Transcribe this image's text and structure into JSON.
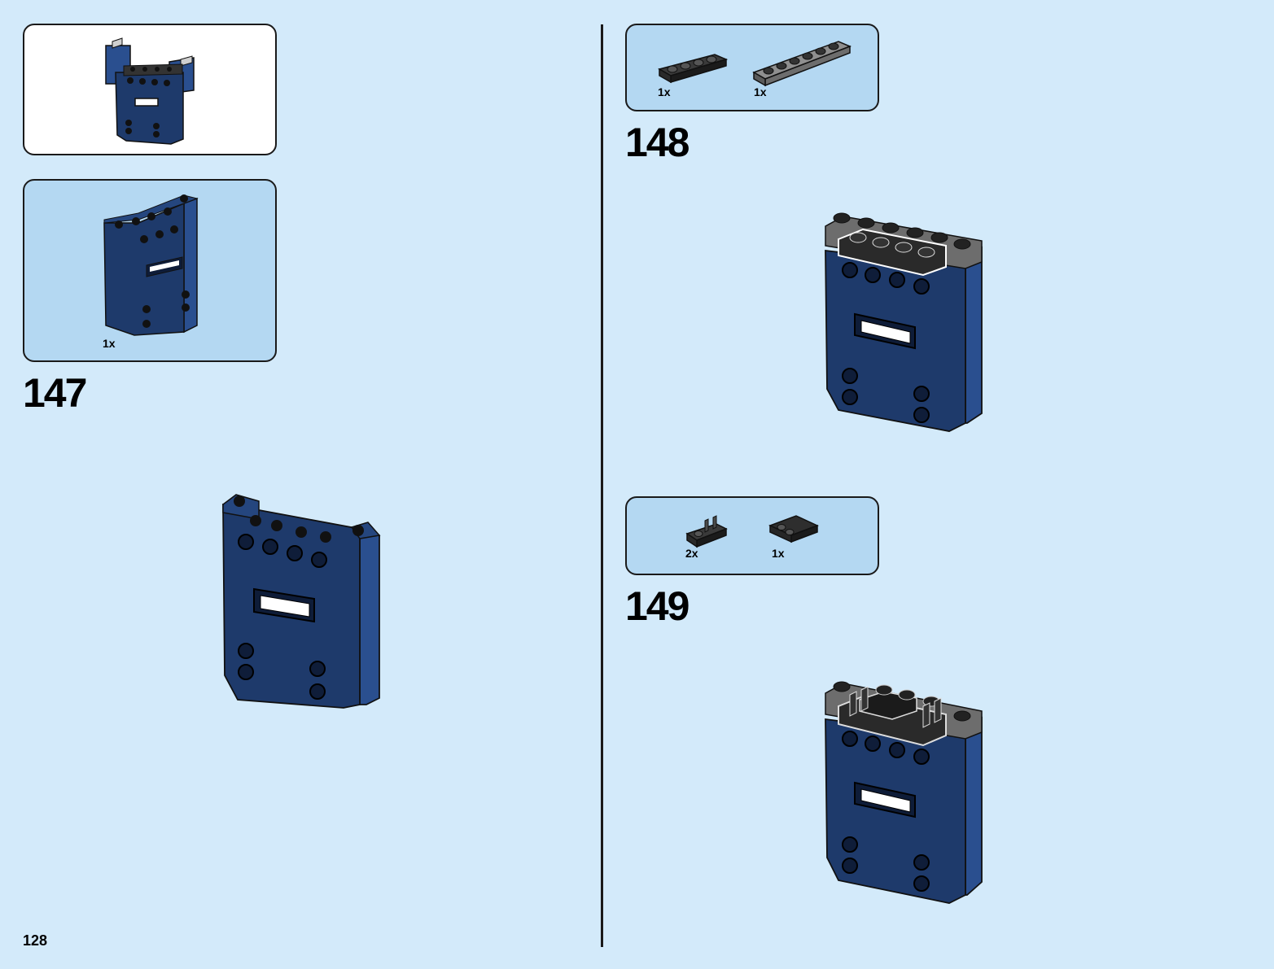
{
  "page": {
    "number": "128"
  },
  "colors": {
    "background": "#d3eafa",
    "parts_box": "#b4d8f2",
    "brick_blue": "#1e3a6b",
    "brick_blue_light": "#2a4f8f",
    "stud_black": "#1b1b1b",
    "plate_grey": "#6d6d6d"
  },
  "steps": [
    {
      "number": "147",
      "result_preview": "completed-wall-assembly-preview",
      "parts": [
        {
          "qty": "1x",
          "icon": "blue-panel-wall-icon"
        }
      ]
    },
    {
      "number": "148",
      "parts": [
        {
          "qty": "1x",
          "icon": "black-plate-1x4-icon"
        },
        {
          "qty": "1x",
          "icon": "grey-plate-1x6-icon"
        }
      ]
    },
    {
      "number": "149",
      "parts": [
        {
          "qty": "2x",
          "icon": "black-clip-plate-icon"
        },
        {
          "qty": "1x",
          "icon": "black-tile-2x2-icon"
        }
      ]
    }
  ]
}
